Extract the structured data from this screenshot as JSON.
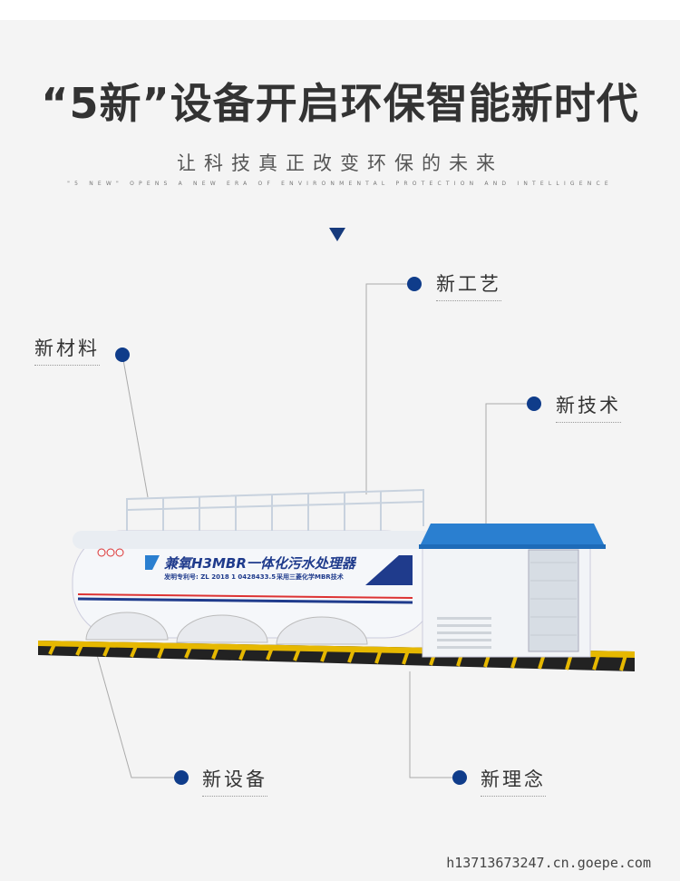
{
  "header": {
    "title": "“5新”设备开启环保智能新时代",
    "subtitle": "让科技真正改变环保的未来",
    "english": "\"5 NEW\" OPENS A NEW ERA OF ENVIRONMENTAL PROTECTION AND INTELLIGENCE"
  },
  "labels": {
    "process": "新工艺",
    "material": "新材料",
    "technology": "新技术",
    "equipment": "新设备",
    "concept": "新理念"
  },
  "tank": {
    "name": "兼氧H3MBR一体化污水处理器",
    "patent": "发明专利号: ZL 2018 1 0428433.5",
    "tech": "采用三菱化学MBR技术"
  },
  "watermark": "h13713673247.cn.goepe.com",
  "colors": {
    "accent": "#0f3c8a",
    "roof": "#2a7fd0"
  }
}
